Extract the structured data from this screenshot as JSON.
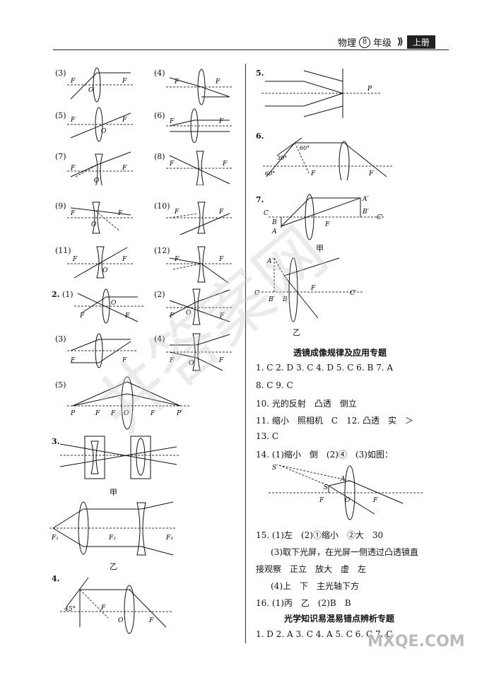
{
  "header": {
    "subject": "物理",
    "grade_num": "8",
    "grade": "年级",
    "volume": "上册"
  },
  "left": {
    "labels": [
      "(3)",
      "(4)",
      "(5)",
      "(6)",
      "(7)",
      "(8)",
      "(9)",
      "(10)",
      "(11)",
      "(12)"
    ],
    "q2_num": "2.",
    "q2_labels": [
      "(1)",
      "(2)",
      "(3)",
      "(4)",
      "(5)"
    ],
    "q3_num": "3.",
    "q3_jia": "甲",
    "q3_yi": "乙",
    "q4_num": "4."
  },
  "right": {
    "q5_num": "5.",
    "q6_num": "6.",
    "q7_num": "7.",
    "q7_jia": "甲",
    "q7_yi": "乙",
    "section1_title": "透镜成像规律及应用专题",
    "lines": [
      "1. C   2. D   3. C   4. D   5. C   6. B   7. A",
      "8. C   9. C",
      "10. 光的反射　凸透　倒立",
      "11. 缩小　照相机　C　12. 凸透　实　＞",
      "13. C",
      "14. (1)缩小　倒　(2)④　(3)如图："
    ],
    "lines2": [
      "15. (1)左　(2)①缩小　②大　30",
      "(3)取下光屏，在光屏一侧透过凸透镜直",
      "接观察　正立　放大　虚　左",
      "(4)上　下　主光轴下方",
      "16. (1)丙　乙　(2)B　B"
    ],
    "section2_title": "光学知识易混易错点辨析专题",
    "last_line": "1. D   2. A   3. C   4. A   5. C   6. C   7. C"
  },
  "watermark": "井答案网",
  "logo": "MXQE.COM"
}
